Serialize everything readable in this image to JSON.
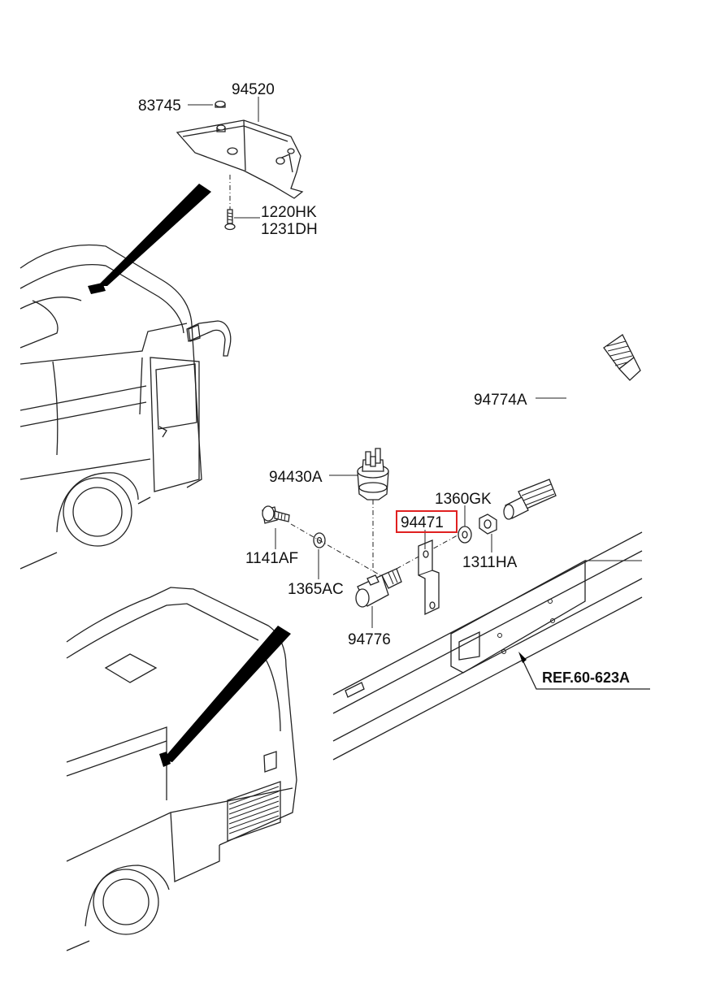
{
  "highlight_color": "#e02020",
  "labels": {
    "p83745": "83745",
    "p94520": "94520",
    "p1220HK": "1220HK",
    "p1231DH": "1231DH",
    "p94774A": "94774A",
    "p94430A": "94430A",
    "p1360GK": "1360GK",
    "p94471": "94471",
    "p1141AF": "1141AF",
    "p1311HA": "1311HA",
    "p1365AC": "1365AC",
    "p94776": "94776",
    "ref": "REF.60-623A"
  }
}
